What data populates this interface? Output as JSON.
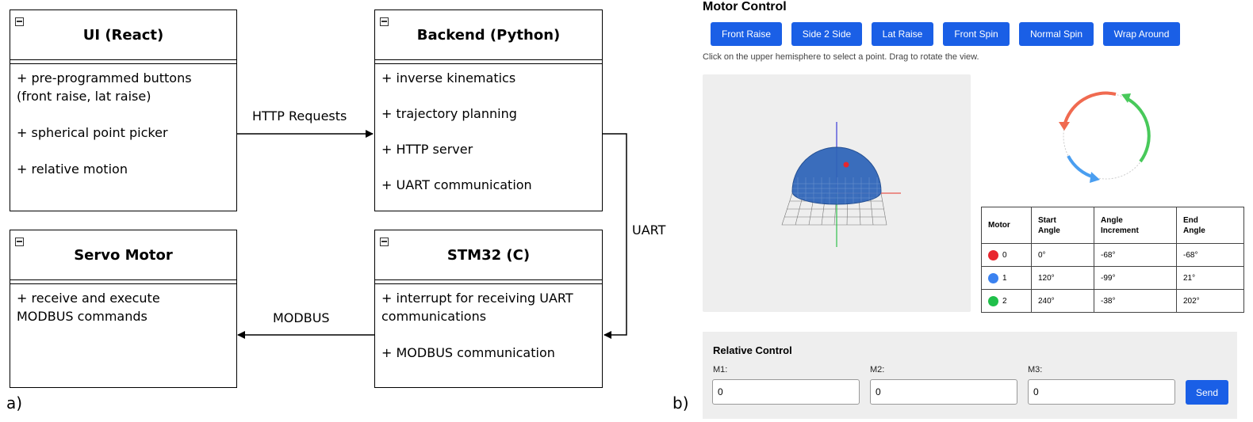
{
  "diagram": {
    "nodes": [
      {
        "id": "ui",
        "title": "UI (React)",
        "items": [
          "+ pre-programmed buttons\n(front raise, lat raise)",
          "+ spherical point picker",
          "+ relative motion"
        ]
      },
      {
        "id": "backend",
        "title": "Backend (Python)",
        "items": [
          "+ inverse kinematics",
          "+ trajectory planning",
          "+ HTTP server",
          "+ UART communication"
        ]
      },
      {
        "id": "servo",
        "title": "Servo Motor",
        "items": [
          "+ receive and execute\nMODBUS commands"
        ]
      },
      {
        "id": "stm32",
        "title": "STM32 (C)",
        "items": [
          "+ interrupt for receiving UART\ncommunications",
          "+ MODBUS communication"
        ]
      }
    ],
    "edges": [
      {
        "from": "ui",
        "to": "backend",
        "label": "HTTP Requests"
      },
      {
        "from": "backend",
        "to": "stm32",
        "label": "UART"
      },
      {
        "from": "stm32",
        "to": "servo",
        "label": "MODBUS"
      }
    ],
    "panel_label": "a)"
  },
  "ui": {
    "panel_label": "b)",
    "title": "Motor Control",
    "buttons": [
      "Front Raise",
      "Side 2 Side",
      "Lat Raise",
      "Front Spin",
      "Normal Spin",
      "Wrap Around"
    ],
    "hint": "Click on the upper hemisphere to select a point. Drag to rotate the view.",
    "table": {
      "headers": [
        "Motor",
        "Start\nAngle",
        "Angle\nIncrement",
        "End\nAngle"
      ],
      "rows": [
        {
          "motor": "0",
          "color": "#e8262e",
          "start": "0°",
          "increment": "-68°",
          "end": "-68°"
        },
        {
          "motor": "1",
          "color": "#3b82f0",
          "start": "120°",
          "increment": "-99°",
          "end": "21°"
        },
        {
          "motor": "2",
          "color": "#1fbf4a",
          "start": "240°",
          "increment": "-38°",
          "end": "202°"
        }
      ]
    },
    "relative": {
      "title": "Relative Control",
      "fields": [
        {
          "label": "M1:",
          "value": "0"
        },
        {
          "label": "M2:",
          "value": "0"
        },
        {
          "label": "M3:",
          "value": "0"
        }
      ],
      "send_label": "Send"
    },
    "colors": {
      "accent": "#1a5fe6",
      "hemisphere": "#2f65b8",
      "x_axis": "#e8574f",
      "y_axis": "#3a3ad6",
      "z_axis": "#2fbf4a",
      "arc_red": "#f06a50",
      "arc_green": "#48c95a",
      "arc_blue": "#4a9ef0"
    }
  }
}
